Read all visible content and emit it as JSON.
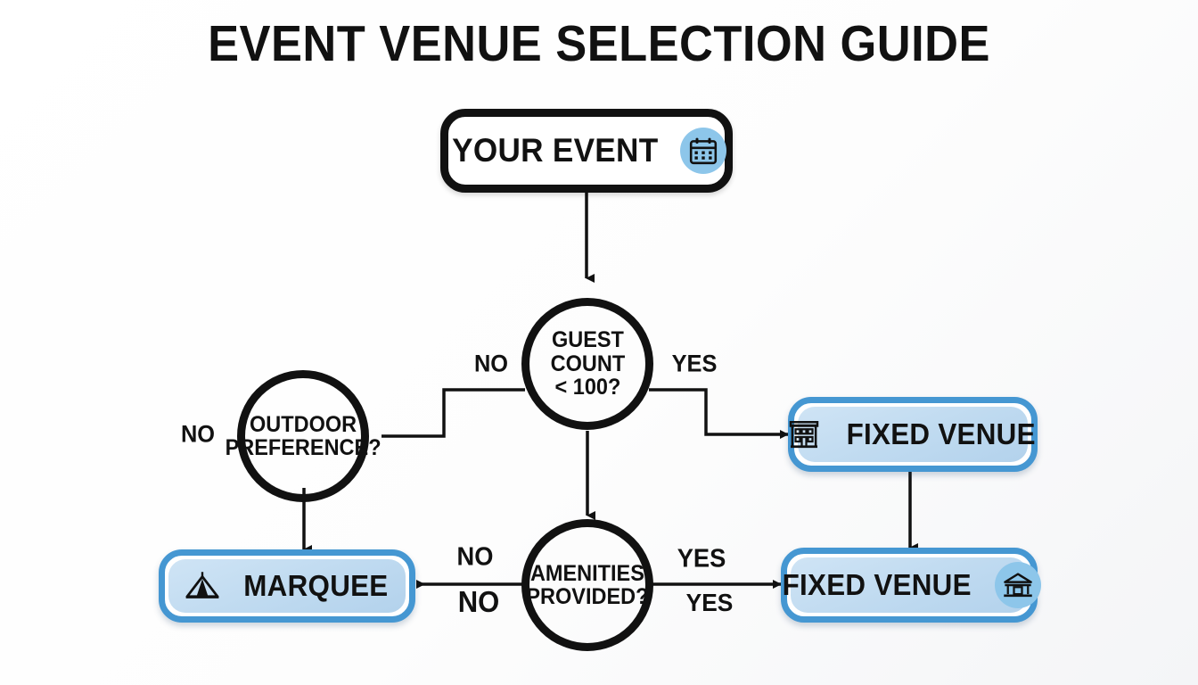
{
  "page": {
    "title": "EVENT VENUE SELECTION GUIDE",
    "background_color": "#ffffff",
    "accent_color": "#4597d2",
    "outcome_fill_color": "#c3dcf1",
    "line_color": "#111111"
  },
  "nodes": {
    "start": {
      "label": "YOUR EVENT",
      "icon": "calendar-icon",
      "type": "terminal"
    },
    "guest_count": {
      "line1": "GUEST",
      "line2": "COUNT",
      "line3": "< 100?",
      "type": "decision"
    },
    "outdoor_preference": {
      "line1": "OUTDOOR",
      "line2": "PREFERENCE?",
      "type": "decision"
    },
    "amenities_provided": {
      "line1": "AMENITIES",
      "line2": "PROVIDED?",
      "type": "decision"
    },
    "fixed_venue_top": {
      "label": "FIXED VENUE",
      "icon": "building-icon",
      "type": "outcome"
    },
    "fixed_venue_bottom": {
      "label": "FIXED VENUE",
      "icon": "pavilion-icon",
      "type": "outcome"
    },
    "marquee": {
      "label": "MARQUEE",
      "icon": "tent-icon",
      "type": "outcome"
    }
  },
  "edge_labels": {
    "guest_no": "NO",
    "guest_yes": "YES",
    "outdoor_no": "NO",
    "amenities_no_upper": "NO",
    "amenities_no_lower": "NO",
    "amenities_yes_upper": "YES",
    "amenities_yes_lower": "YES"
  },
  "chart_data": {
    "type": "flowchart",
    "title": "EVENT VENUE SELECTION GUIDE",
    "nodes": [
      {
        "id": "start",
        "text": "YOUR EVENT",
        "shape": "rounded-rect",
        "style": "white",
        "icon": "calendar-icon"
      },
      {
        "id": "guest_count",
        "text": "GUEST COUNT < 100?",
        "shape": "circle",
        "style": "outline"
      },
      {
        "id": "outdoor_preference",
        "text": "OUTDOOR PREFERENCE?",
        "shape": "circle",
        "style": "outline"
      },
      {
        "id": "amenities_provided",
        "text": "AMENITIES PROVIDED?",
        "shape": "circle",
        "style": "outline"
      },
      {
        "id": "fixed_venue_top",
        "text": "FIXED VENUE",
        "shape": "rounded-rect",
        "style": "blue",
        "icon": "building-icon"
      },
      {
        "id": "fixed_venue_bottom",
        "text": "FIXED VENUE",
        "shape": "rounded-rect",
        "style": "blue",
        "icon": "pavilion-icon"
      },
      {
        "id": "marquee",
        "text": "MARQUEE",
        "shape": "rounded-rect",
        "style": "blue",
        "icon": "tent-icon"
      }
    ],
    "edges": [
      {
        "from": "start",
        "to": "guest_count",
        "label": ""
      },
      {
        "from": "guest_count",
        "to": "outdoor_preference",
        "label": "NO"
      },
      {
        "from": "guest_count",
        "to": "fixed_venue_top",
        "label": "YES"
      },
      {
        "from": "guest_count",
        "to": "amenities_provided",
        "label": ""
      },
      {
        "from": "outdoor_preference",
        "to": "marquee",
        "label": "NO"
      },
      {
        "from": "amenities_provided",
        "to": "marquee",
        "label": "NO"
      },
      {
        "from": "amenities_provided",
        "to": "fixed_venue_bottom",
        "label": "YES"
      },
      {
        "from": "fixed_venue_top",
        "to": "fixed_venue_bottom",
        "label": ""
      }
    ]
  }
}
